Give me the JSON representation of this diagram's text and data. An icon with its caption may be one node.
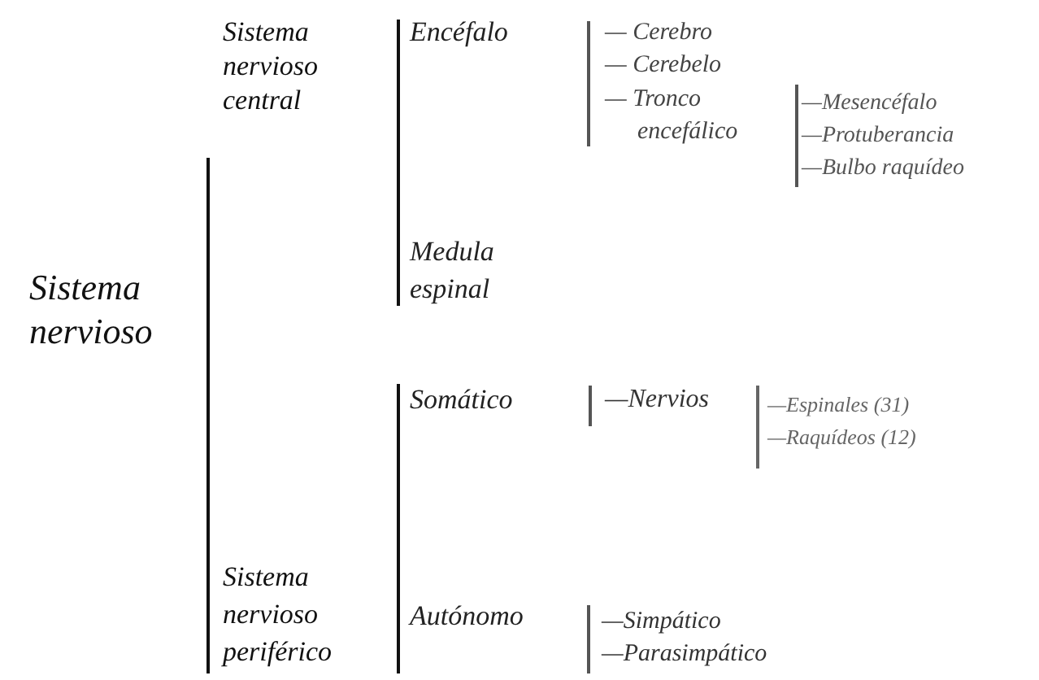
{
  "diagram": {
    "labels": [
      "Sistema nervioso",
      "Sistema nervioso central",
      "Encéfalo",
      "— Cerebro",
      "— Cerebelo",
      "— Tronco encefálico",
      "—Mesencéfalo",
      "—Protuberancia",
      "—Bulbo raquídeo",
      "Medula espinal",
      "Somático",
      "—Nervios",
      "—Espinales (31)",
      "—Raquídeos (12)",
      "Sistema nervioso periférico",
      "Autónomo",
      "—Simpático",
      "—Parasimpático"
    ]
  }
}
